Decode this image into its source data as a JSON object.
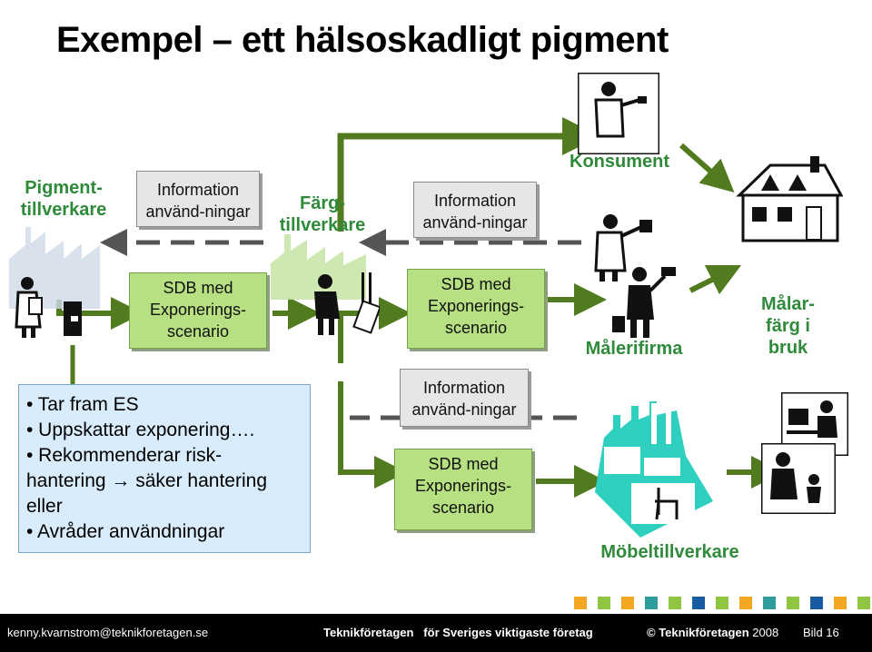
{
  "title": "Exempel – ett hälsoskadligt pigment",
  "actors": {
    "pigment": [
      "Pigment-",
      "tillverkare"
    ],
    "farg": [
      "Färg-",
      "tillverkare"
    ],
    "konsument": "Konsument",
    "malerifirma": "Målerifirma",
    "malarfarg": [
      "Målar-",
      "färg i",
      "bruk"
    ],
    "mobel": "Möbeltillverkare"
  },
  "info_boxes": {
    "box1": [
      "Information",
      "använd-ningar"
    ],
    "box2": [
      "Information",
      "använd-ningar"
    ],
    "box3": [
      "Information",
      "använd-ningar"
    ]
  },
  "sdb_boxes": {
    "box1": [
      "SDB med",
      "Exponerings-",
      "scenario"
    ],
    "box2": [
      "SDB med",
      "Exponerings-",
      "scenario"
    ],
    "box3": [
      "SDB med",
      "Exponerings-",
      "scenario"
    ]
  },
  "bullets": {
    "b1": "• Tar fram ES",
    "b2": "• Uppskattar exponering….",
    "b3a": "• Rekommenderar risk-",
    "b3b": "hantering → säker hantering",
    "b3c": "eller",
    "b4": "• Avråder användningar"
  },
  "footer": {
    "email": "kenny.kvarnstrom@teknikforetagen.se",
    "org_bold": "Teknikföretagen",
    "org_rest": "för Sveriges viktigaste företag",
    "copyright_bold": "© Teknikföretagen",
    "copyright_year": "2008",
    "slide": "Bild 16"
  },
  "colors": {
    "arrow_green": "#527a1e",
    "actor_green": "#2f8a3a",
    "sdb_green": "#b6e081",
    "info_gray": "#e6e6e6",
    "teal": "#2fd0c0",
    "bullet_blue": "#d8ecfb"
  },
  "decor_squares": [
    "#f5a623",
    "#8ec63f",
    "#f5a623",
    "#2e9c9c",
    "#8ec63f",
    "#1a5aa0",
    "#8ec63f",
    "#f5a623",
    "#2e9c9c",
    "#8ec63f",
    "#1a5aa0",
    "#f5a623",
    "#8ec63f"
  ]
}
